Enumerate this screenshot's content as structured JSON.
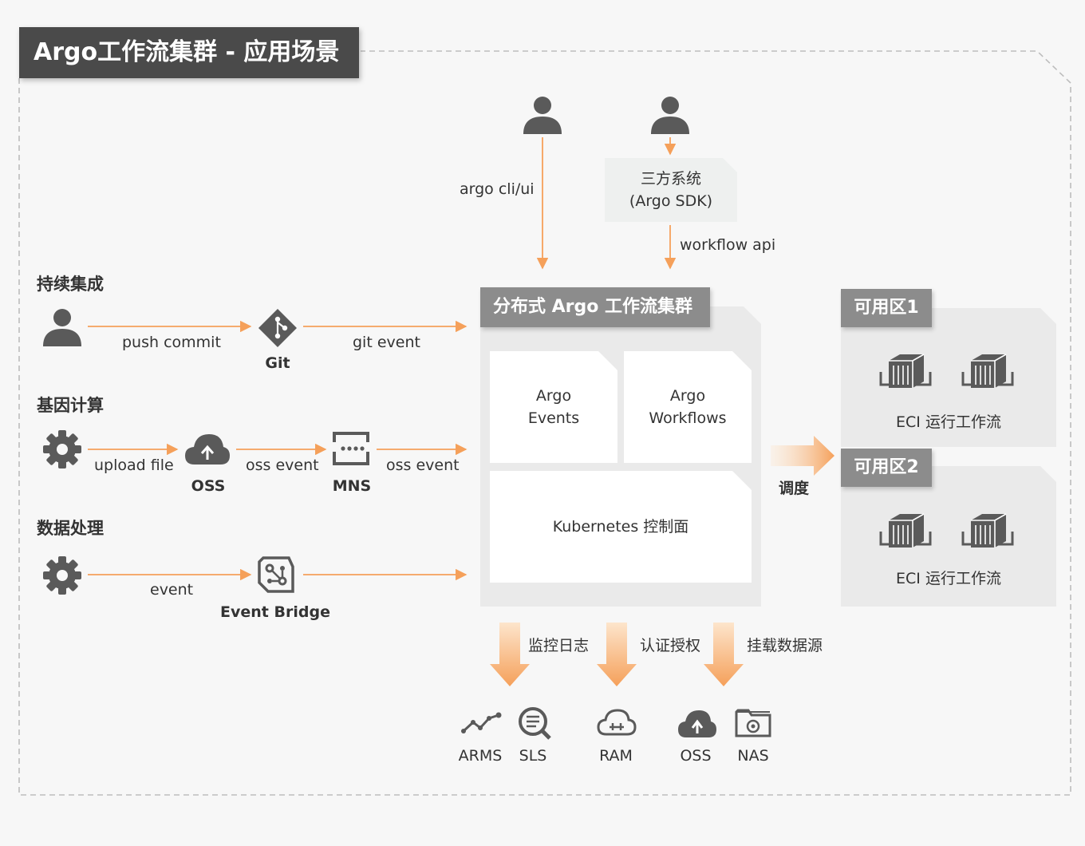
{
  "title": "Argo工作流集群 - 应用场景",
  "users": {
    "cli_label": "argo cli/ui",
    "sdk_box": "三方系统\n(Argo SDK)",
    "api_label": "workflow api"
  },
  "scenarios": {
    "ci": {
      "title": "持续集成",
      "edge1": "push commit",
      "node": "Git",
      "edge2": "git event"
    },
    "gene": {
      "title": "基因计算",
      "edge1": "upload file",
      "node1": "OSS",
      "edge2": "oss event",
      "node2": "MNS",
      "edge3": "oss event"
    },
    "data": {
      "title": "数据处理",
      "edge1": "event",
      "node": "Event Bridge"
    }
  },
  "cluster": {
    "title": "分布式 Argo 工作流集群",
    "argo_events": "Argo\nEvents",
    "argo_workflows": "Argo\nWorkflows",
    "k8s": "Kubernetes 控制面"
  },
  "schedule_label": "调度",
  "zones": [
    {
      "title": "可用区1",
      "label": "ECI 运行工作流"
    },
    {
      "title": "可用区2",
      "label": "ECI 运行工作流"
    }
  ],
  "outputs": {
    "monitor_label": "监控日志",
    "auth_label": "认证授权",
    "mount_label": "挂载数据源",
    "services": [
      "ARMS",
      "SLS",
      "RAM",
      "OSS",
      "NAS"
    ]
  },
  "colors": {
    "accent": "#f5a05a",
    "icon": "#5a5a5a",
    "banner": "#4a4a4a",
    "panel": "#eaeaea",
    "dashed": "#bdbdbd"
  },
  "icons": [
    "user-icon",
    "git-icon",
    "gear-icon",
    "cloud-upload-icon",
    "mns-icon",
    "event-bridge-icon",
    "container-icon",
    "arms-icon",
    "sls-icon",
    "ram-icon",
    "nas-icon"
  ]
}
